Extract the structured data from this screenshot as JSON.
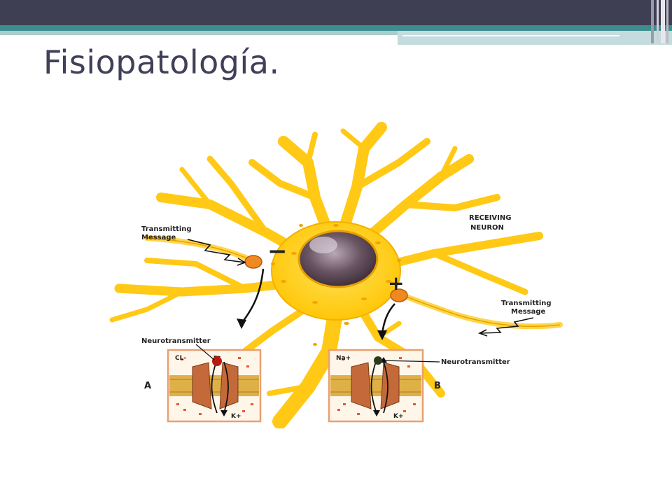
{
  "slide": {
    "title": "Fisiopatología."
  },
  "diagram": {
    "labels": {
      "transmitting_left": [
        "Transmitting",
        "Message"
      ],
      "transmitting_right": [
        "Transmitting",
        "Message"
      ],
      "receiving": [
        "RECEIVING",
        "NEURON"
      ],
      "neurotransmitter_left": "Neurotransmitter",
      "neurotransmitter_right": "Neurotransmitter",
      "panel_a": "A",
      "panel_b": "B",
      "ion_cl": "CL-",
      "ion_k_a": "K+",
      "ion_na": "Na+",
      "ion_k_b": "K+",
      "sign_minus": "−",
      "sign_plus": "+"
    },
    "colors": {
      "neuron": "#ffd21a",
      "neuron_edge": "#f0a000",
      "nucleus": "#6a5563",
      "inset_border": "#e8a070",
      "channel": "#c46a3a",
      "membrane": "#e0b048"
    }
  }
}
